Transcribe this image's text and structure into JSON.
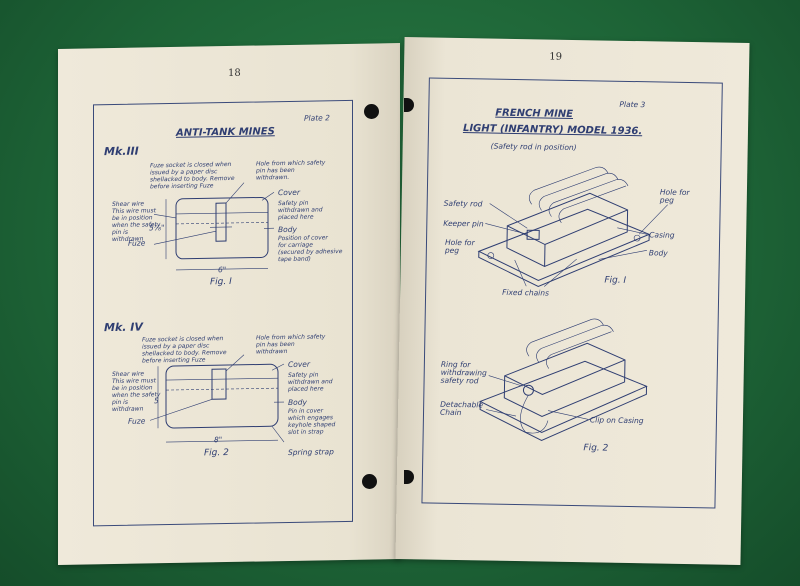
{
  "left_page": {
    "page_number": "18",
    "plate_label": "Plate 2",
    "title": "ANTI-TANK MINES",
    "mk3": {
      "heading": "Mk.III",
      "fuze_socket_note": "Fuze socket is closed when\nissued by a paper disc\nshellacked to body. Remove\nbefore inserting Fuze",
      "hole_note": "Hole from which safety\npin has been\nwithdrawn.",
      "cover": "Cover",
      "shear_wire": "Shear wire\nThis wire must\nbe in position\nwhen the safety\npin is\nwithdrawn",
      "safety_pin": "Safety pin\nwithdrawn and\nplaced here",
      "size_label": "5⅞\"",
      "body": "Body",
      "fuze": "Fuze",
      "position_cover": "Position of cover\nfor carriage\n(secured by adhesive\ntape band)",
      "dimension": "6\"",
      "figure": "Fig. I"
    },
    "mk4": {
      "heading": "Mk. IV",
      "fuze_socket_note": "Fuze socket is closed when\nissued by a paper disc\nshellacked to body. Remove\nbefore inserting Fuze",
      "hole_note": "Hole from which safety\npin has been\nwithdrawn",
      "cover": "Cover",
      "shear_wire": "Shear wire\nThis wire must\nbe in position\nwhen the safety\npin is\nwithdrawn",
      "size_label": "5",
      "safety_pin": "Safety pin\nwithdrawn and\nplaced here",
      "body": "Body",
      "fuze": "Fuze",
      "pin_in_cover": "Pin in cover\nwhich engages\nkeyhole shaped\nslot in strap",
      "dimension": "8\"",
      "figure": "Fig. 2",
      "spring_strap": "Spring strap"
    }
  },
  "right_page": {
    "page_number": "19",
    "plate_label": "Plate 3",
    "title_line1": "FRENCH MINE",
    "title_line2": "LIGHT (INFANTRY) MODEL 1936.",
    "subtitle": "(Safety rod in position)",
    "fig1": {
      "safety_rod": "Safety rod",
      "keeper_pin": "Keeper pin",
      "hole_for_peg_left": "Hole for\npeg",
      "hole_for_peg_right": "Hole for\npeg",
      "casing": "Casing",
      "body": "Body",
      "fixed_chains": "Fixed chains",
      "figure": "Fig. I"
    },
    "fig2": {
      "ring": "Ring for\nwithdrawing\nsafety rod",
      "chain": "Detachable\nChain",
      "clip": "Clip on Casing",
      "figure": "Fig. 2"
    }
  },
  "colors": {
    "felt": "#1f6b3a",
    "paper": "#ece6d6",
    "ink": "#2f3e72"
  }
}
